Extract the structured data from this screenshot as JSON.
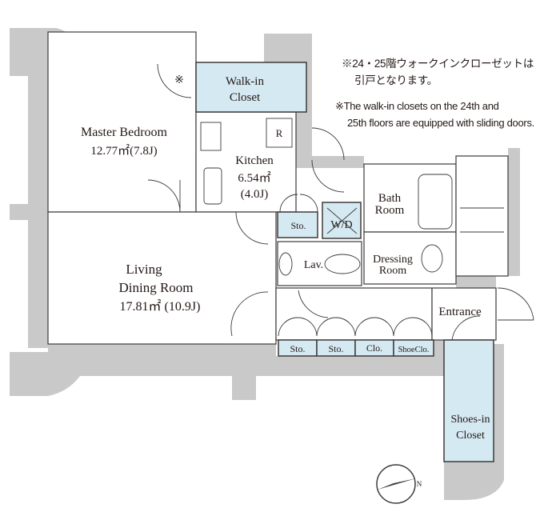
{
  "notes": {
    "ja_line1": "※24・25階ウォークインクローゼットは",
    "ja_line2": "引戸となります。",
    "en_line1": "※The walk-in closets on the 24th and",
    "en_line2": "25th floors are equipped with sliding doors."
  },
  "rooms": {
    "master_bedroom": {
      "name": "Master Bedroom",
      "area": "12.77㎡(7.8J)",
      "mark": "※"
    },
    "walk_in_closet": {
      "line1": "Walk-in",
      "line2": "Closet"
    },
    "kitchen": {
      "name": "Kitchen",
      "area": "6.54㎡",
      "jo": "(4.0J)",
      "fridge": "R"
    },
    "living": {
      "line1": "Living",
      "line2": "Dining Room",
      "area": "17.81㎡ (10.9J)"
    },
    "bath": {
      "line1": "Bath",
      "line2": "Room"
    },
    "dressing": {
      "line1": "Dressing",
      "line2": "Room"
    },
    "lav": "Lav.",
    "sto_upper": "Sto.",
    "wd": "W/D",
    "entrance": "Entrance",
    "shoes_in_closet": {
      "line1": "Shoes-in",
      "line2": "Closet"
    },
    "storage_row": [
      "Sto.",
      "Sto.",
      "Clo.",
      "ShoeClo."
    ]
  },
  "compass": {
    "label": "N"
  },
  "colors": {
    "wall": "#c9c9c9",
    "closet": "#d5e9f2",
    "line": "#3e3a39"
  }
}
